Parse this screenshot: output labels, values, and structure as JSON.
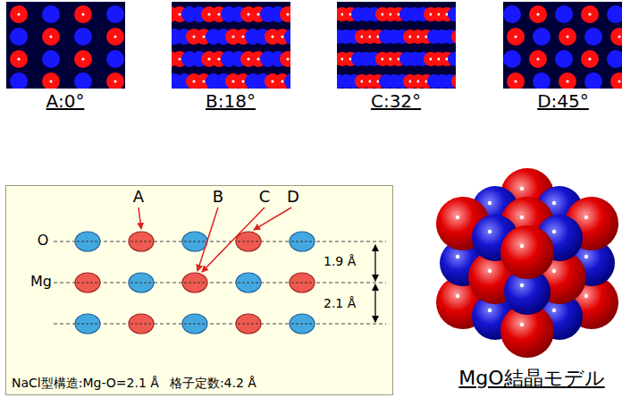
{
  "diagram": {
    "nodes": [
      {
        "text": [
          "NaCl型構造:Mg-O=2.1 Å",
          "格子定数:4.2 Å"
        ]
      }
    ],
    "labels": [
      "A:0°",
      "B:18°",
      "C:32°",
      "D:45°",
      "A",
      "B",
      "C",
      "D",
      "O",
      "Mg",
      "1.9 Å",
      "2.1 Å",
      "MgO結晶モデル"
    ]
  }
}
